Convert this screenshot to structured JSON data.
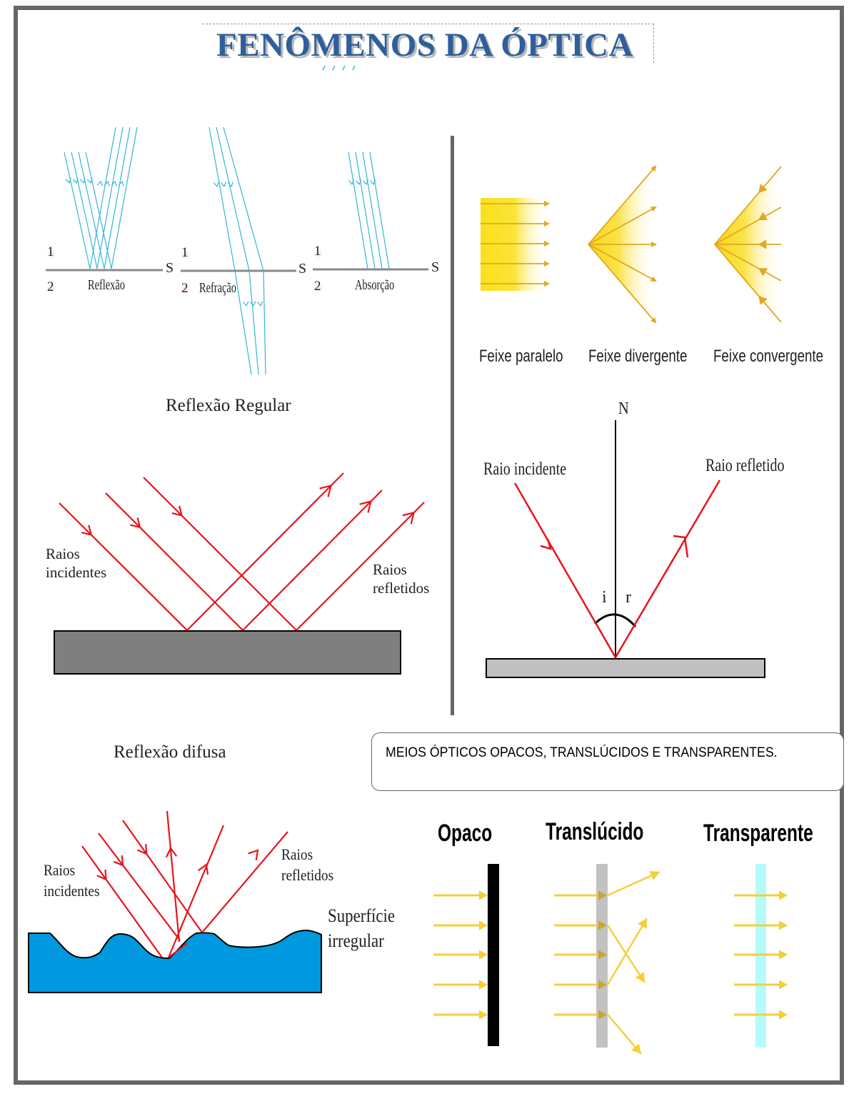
{
  "title": "FENÔMENOS DA ÓPTICA",
  "phenomena": {
    "medium_1": "1",
    "medium_2": "2",
    "surface": "S",
    "panels": [
      {
        "label": "Reflexão"
      },
      {
        "label": "Refração"
      },
      {
        "label": "Absorção"
      }
    ]
  },
  "beams": [
    {
      "label": "Feixe paralelo"
    },
    {
      "label": "Feixe divergente"
    },
    {
      "label": "Feixe convergente"
    }
  ],
  "regular_reflection": {
    "title": "Reflexão Regular",
    "incident_label_1": "Raios",
    "incident_label_2": "incidentes",
    "reflected_label_1": "Raios",
    "reflected_label_2": "refletidos"
  },
  "law_of_reflection": {
    "normal": "N",
    "incident": "Raio incidente",
    "reflected": "Raio refletido",
    "angle_i": "i",
    "angle_r": "r"
  },
  "diffuse_reflection": {
    "title": "Reflexão difusa",
    "incident_label_1": "Raios",
    "incident_label_2": "incidentes",
    "reflected_label_1": "Raios",
    "reflected_label_2": "refletidos",
    "surface_label_1": "Superfície",
    "surface_label_2": "irregular"
  },
  "media": {
    "heading": "MEIOS ÓPTICOS OPACOS, TRANSLÚCIDOS E TRANSPARENTES.",
    "types": [
      {
        "label": "Opaco"
      },
      {
        "label": "Translúcido"
      },
      {
        "label": "Transparente"
      }
    ]
  },
  "colors": {
    "title": "#2e5f9b",
    "ray_red": "#e8141c",
    "ray_cyan": "#33b6d8",
    "beam_yellow": "#f5cf3a",
    "frame": "#666666",
    "water": "#0099e0",
    "transparent_medium": "#b5fbfb"
  }
}
